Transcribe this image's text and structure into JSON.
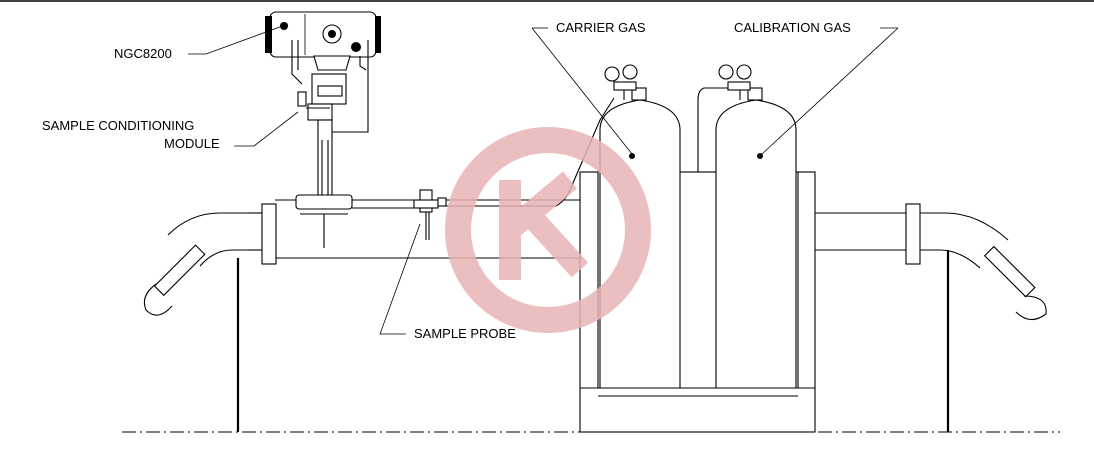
{
  "labels": {
    "ngc": "NGC8200",
    "scm_line1": "SAMPLE CONDITIONING",
    "scm_line2": "MODULE",
    "sample_probe": "SAMPLE PROBE",
    "carrier_gas": "CARRIER GAS",
    "calibration_gas": "CALIBRATION GAS"
  },
  "watermark": {
    "color": "#e8b4b4"
  }
}
